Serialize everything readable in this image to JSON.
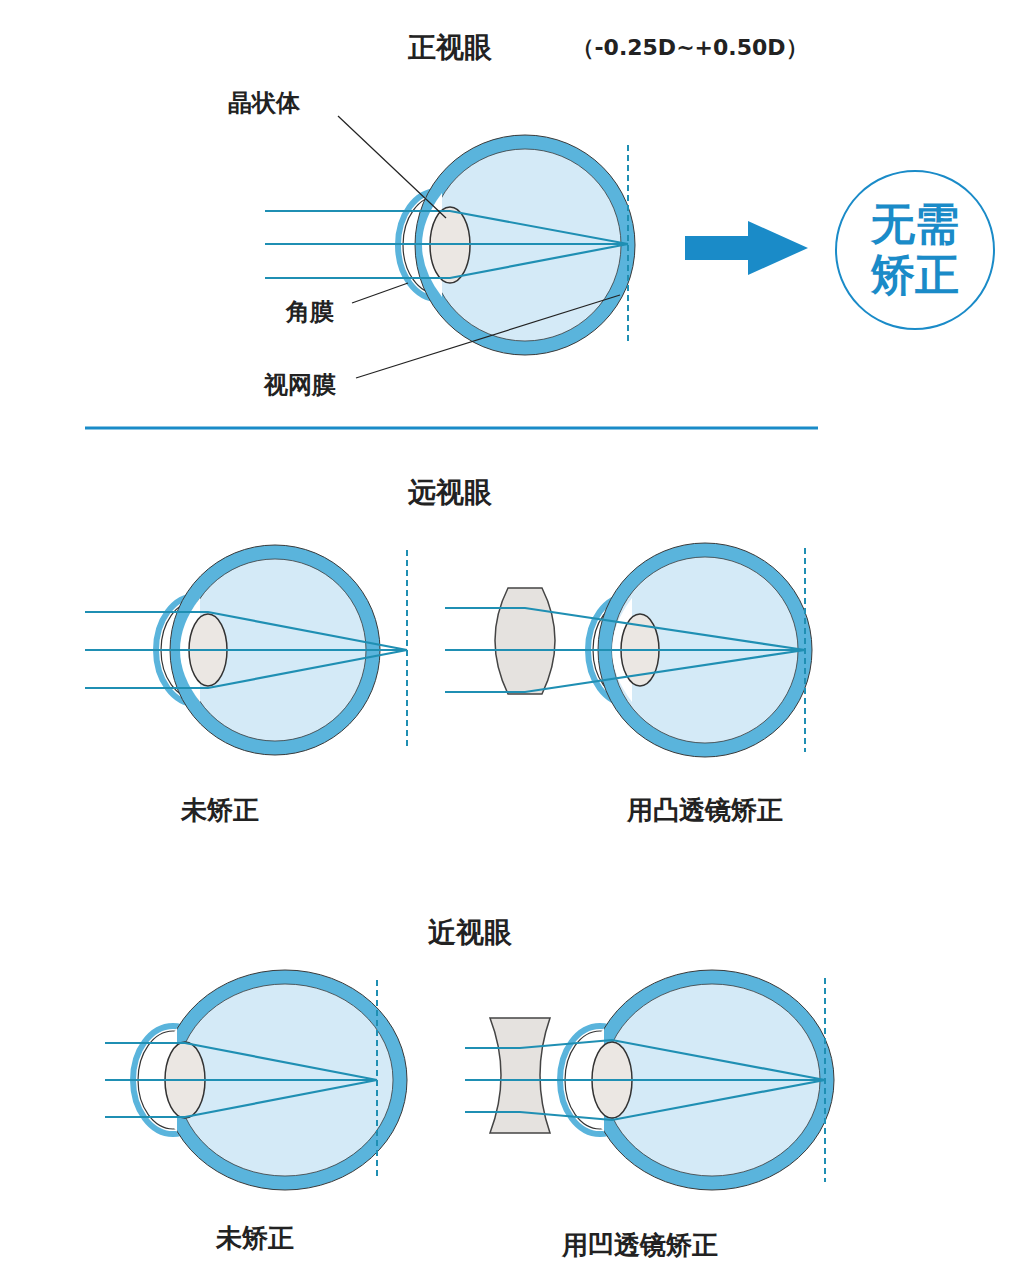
{
  "diagram": {
    "nodes": [
      {
        "text": [
          "无需矫正"
        ]
      }
    ],
    "edges": [],
    "labels": [
      "正视眼",
      "（-0.25D~+0.50D）",
      "晶状体",
      "角膜",
      "视网膜",
      "远视眼",
      "未矫正",
      "用凸透镜矫正",
      "近视眼",
      "未矫正",
      "用凹透镜矫正"
    ]
  }
}
